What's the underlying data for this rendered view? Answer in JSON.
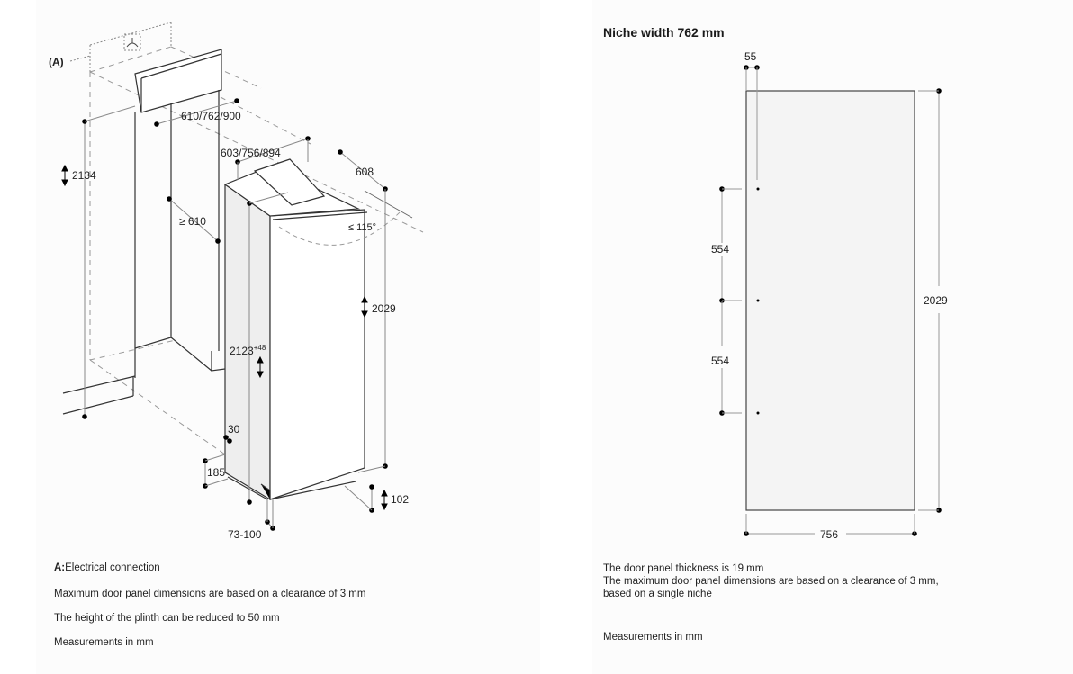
{
  "left_diagram": {
    "label_a": "(A)",
    "dimensions": {
      "niche_width": "610/762/900",
      "appliance_width": "603/756/894",
      "depth": "608",
      "door_angle": "≤ 115°",
      "niche_height": "2134",
      "min_depth": "≥ 610",
      "appliance_height": "2123",
      "appliance_height_tolerance": "+48",
      "door_height": "2029",
      "offset_30": "30",
      "offset_185": "185",
      "plinth_depth": "73-100",
      "plinth_height": "102"
    },
    "notes": {
      "a_key": "A:",
      "a_text": "Electrical connection",
      "line1": "Maximum door panel dimensions are based on a clearance of 3 mm",
      "line2": "The height of the plinth can be reduced to 50 mm",
      "line3": "Measurements in mm"
    }
  },
  "right_diagram": {
    "title": "Niche width 762 mm",
    "dimensions": {
      "edge_offset": "55",
      "hinge_spacing_1": "554",
      "hinge_spacing_2": "554",
      "panel_height": "2029",
      "panel_width": "756"
    },
    "notes": {
      "line1": "The door panel thickness is 19 mm",
      "line2": "The maximum door panel dimensions are based on a clearance of 3 mm,",
      "line3": "based on a single niche",
      "line4": "Measurements in mm"
    }
  }
}
